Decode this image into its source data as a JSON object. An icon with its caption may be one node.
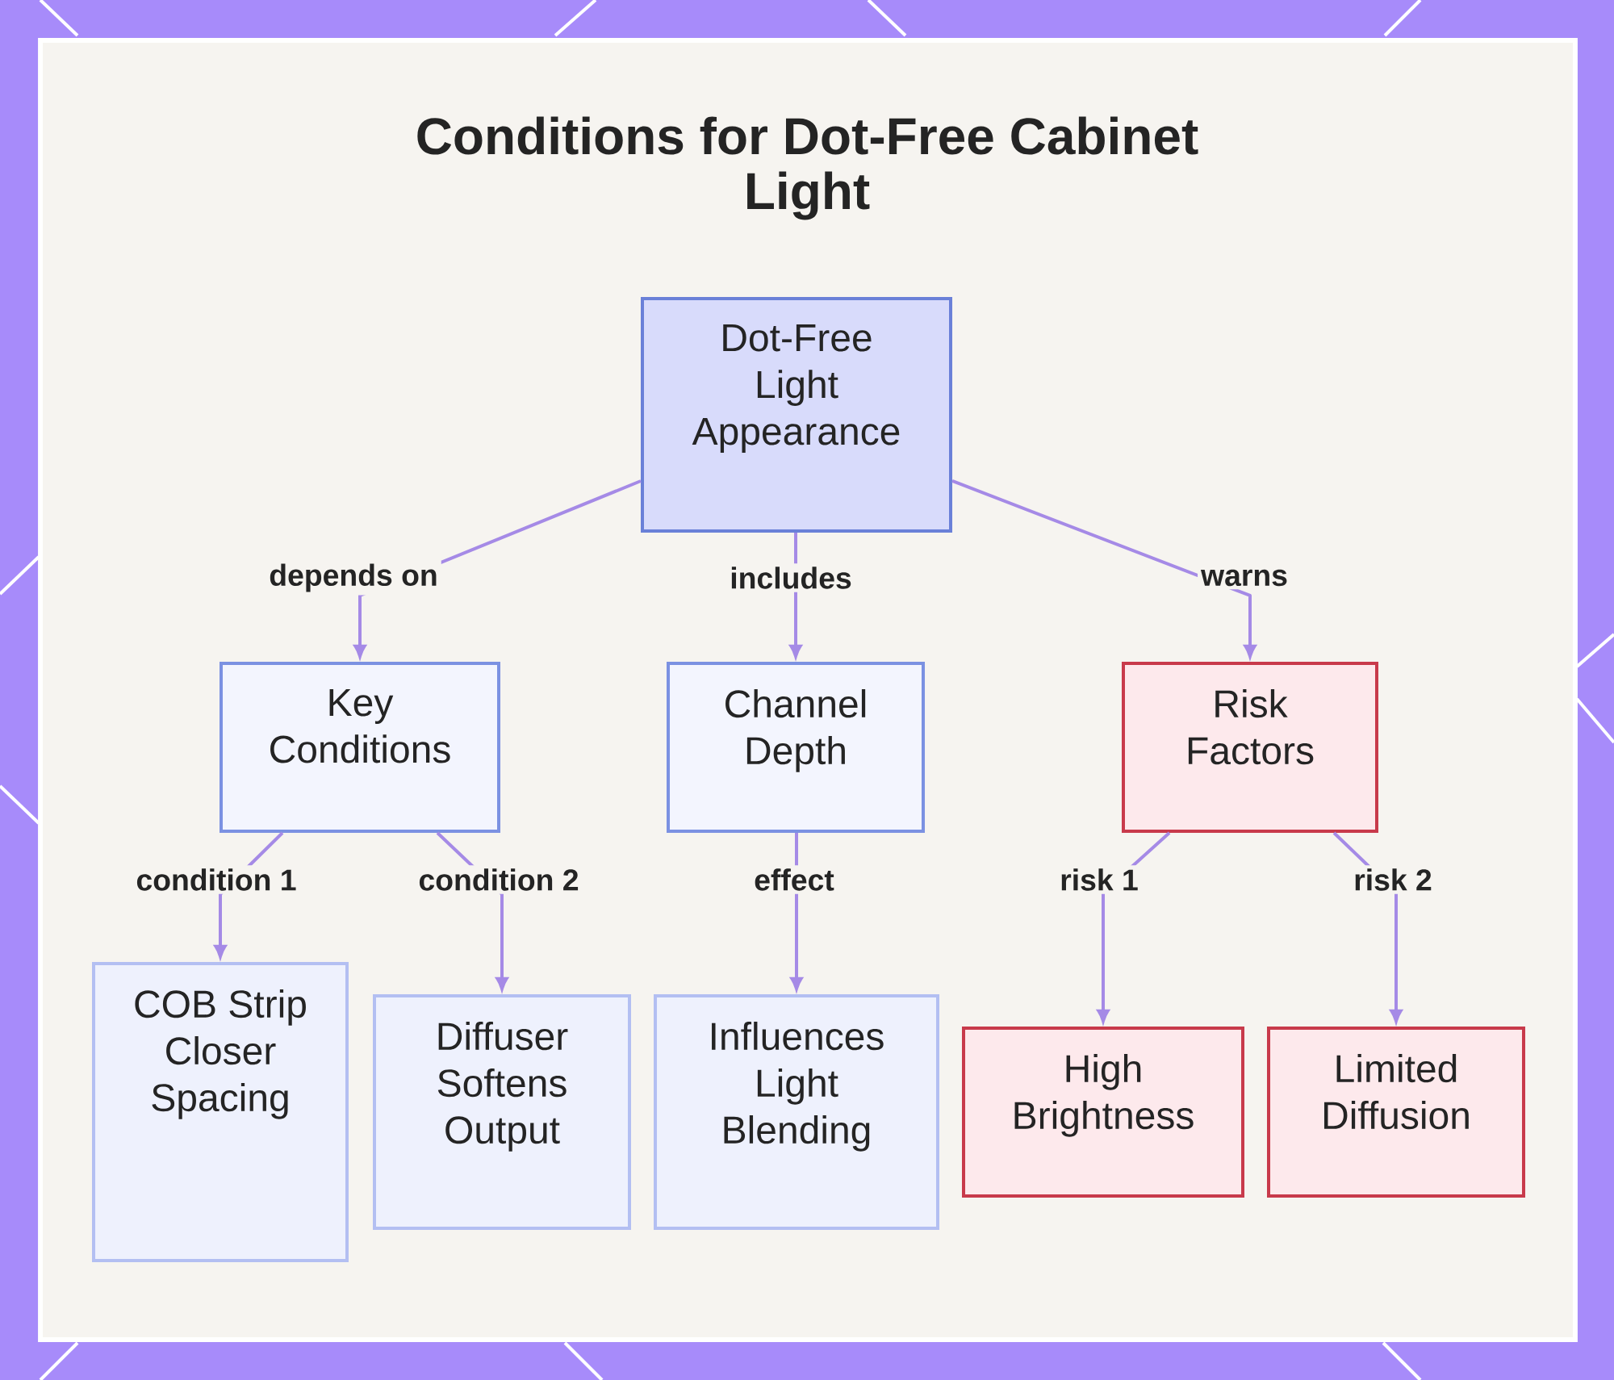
{
  "diagram": {
    "title": "Conditions for Dot-Free Cabinet Light",
    "nodes": [
      {
        "text": [
          "Dot-Free Light Appearance"
        ]
      },
      {
        "text": [
          "Key Conditions"
        ]
      },
      {
        "text": [
          "Channel Depth"
        ]
      },
      {
        "text": [
          "Risk Factors"
        ]
      },
      {
        "text": [
          "COB Strip Closer Spacing"
        ]
      },
      {
        "text": [
          "Diffuser Softens Output"
        ]
      },
      {
        "text": [
          "Influences Light Blending"
        ]
      },
      {
        "text": [
          "High Brightness"
        ]
      },
      {
        "text": [
          "Limited Diffusion"
        ]
      }
    ],
    "edges": [
      {
        "from": 0,
        "to": 1,
        "arrow": "to",
        "label": "depends on"
      },
      {
        "from": 0,
        "to": 2,
        "arrow": "to",
        "label": "includes"
      },
      {
        "from": 0,
        "to": 3,
        "arrow": "to",
        "label": "warns"
      },
      {
        "from": 1,
        "to": 4,
        "arrow": "to",
        "label": "condition 1"
      },
      {
        "from": 1,
        "to": 5,
        "arrow": "to",
        "label": "condition 2"
      },
      {
        "from": 2,
        "to": 6,
        "arrow": "to",
        "label": "effect"
      },
      {
        "from": 3,
        "to": 7,
        "arrow": "to",
        "label": "risk 1"
      },
      {
        "from": 3,
        "to": 8,
        "arrow": "to",
        "label": "risk 2"
      }
    ]
  }
}
